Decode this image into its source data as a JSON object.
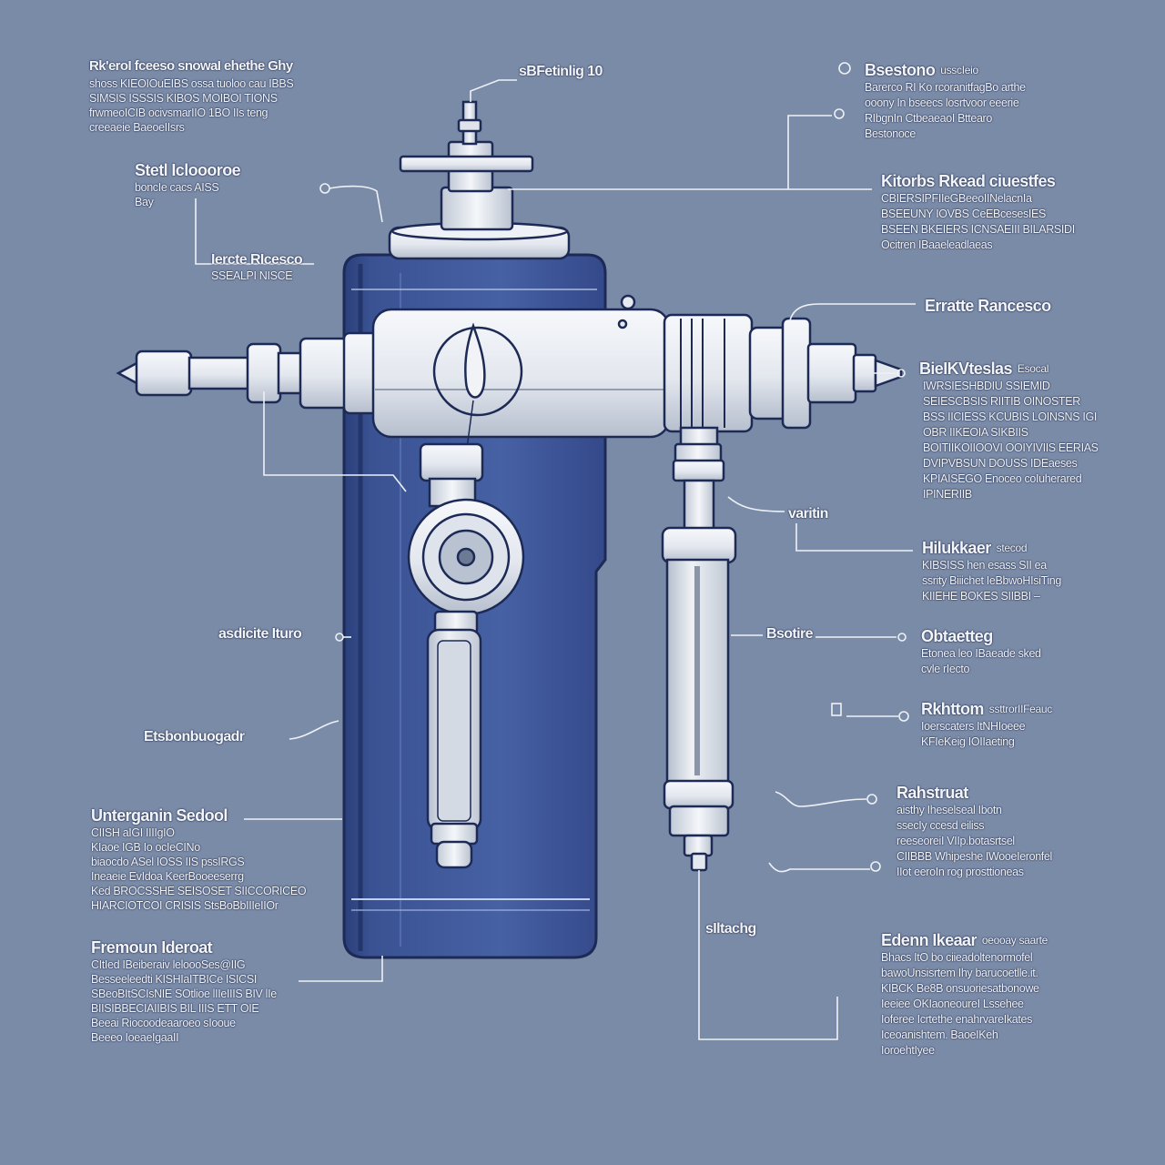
{
  "colors": {
    "background": "#7a8ba8",
    "tank_body": "#3d5595",
    "outline": "#1c2a55",
    "leader_lines": "#eef1f6",
    "text": "#f3f5f9"
  },
  "callouts": {
    "top_left": {
      "title": "Rk'eroI fceeso snowaI ehethe Ghy",
      "lines": [
        "shoss KIEOIOuEIBS ossa tuoloo cau IBBS",
        "SIMSIS ISSSIS KIBOS MOIBOI TIONS",
        "frwmeoICIB ocivsmarIIO 1BO IIs teng",
        "creeaeie BaeoeIIsrs"
      ]
    },
    "top_center": {
      "title": "sBFetinlig 10"
    },
    "top_right": {
      "title": "Bsestono",
      "tag": "usscIeio",
      "lines": [
        "Barerco RI Ko rcoranitfagBo arthe",
        "ooony In bseecs losrtvoor eeerie",
        "RIbgnIn CtbeaeaoI Bttearo",
        "Bestonoce"
      ]
    },
    "left_upper": {
      "title": "Stetl Icloooroe",
      "lines": [
        "boncIe cacs AISS",
        "Bay"
      ]
    },
    "left_mid": {
      "title": "Iercte RIcesco",
      "lines": [
        "SSEALPI NISCE"
      ]
    },
    "right_1": {
      "title": "Kitorbs Rkead ciuestfes",
      "lines": [
        "CBIERSIPFIIeGBeeoIINelacnIa",
        "BSEEUNY IOVBS CeEBcesesIES",
        "BSEEN BKEIERS ICNSAEIII BILARSIDI",
        "Ocitren IBaaeleadlaeas"
      ]
    },
    "right_2": {
      "title": "Erratte Rancesco"
    },
    "right_3": {
      "title": "BieIKVteslas",
      "tag": "Esocal",
      "lines": [
        "IWRSIESHBDIU SSIEMID",
        "SEIESCBSIS RIITIB OINOSTER",
        "BSS IICIESS KCUBIS LOINSNS IGI",
        "OBR IIKEOIA SIKBIIS",
        "BOITIIKOIIOOVI OOIYIVIIS EERIAS",
        "DVIPVBSUN DOUSS IDEaeses",
        "KPIAISEGO Enoceo coIuherared",
        "IPINERIIB"
      ]
    },
    "label_varitin": {
      "title": "varitin"
    },
    "right_5": {
      "title": "Hilukkaer",
      "tag": "stecod",
      "lines": [
        "KIBSISS hen esass SII ea",
        "ssrity Biiichet IeBbwoHIsiTing",
        "KIIEHE BOKES SIIBBI –"
      ]
    },
    "label_bsotire": {
      "title": "Bsotire"
    },
    "right_6": {
      "title": "Obtaetteg",
      "lines": [
        "Etonea leo IBaeade sked",
        "cvle rIecto"
      ]
    },
    "right_7": {
      "title": "Rkhttom",
      "tag": "ssttrorIIFeauc",
      "lines": [
        "Ioerscaters ItNHIoeee",
        "KFIeKeig IOIIaeting"
      ]
    },
    "right_8": {
      "title": "Rahstruat",
      "lines": [
        "aisthy Iheselseal Ibotn",
        "ssecIy ccesd eiliss",
        "reeseoreiI VIIp.botasrtsel",
        "CIIBBB Whipeshe IWooeIeronfel",
        "IIot eeroIn rog prosttioneas"
      ]
    },
    "label_siltachg": {
      "title": "sIltachg"
    },
    "right_9": {
      "title": "Edenn Ikeaar",
      "tag": "oeooay saarte",
      "lines": [
        "Bhacs ItO bo ciieadoltenormofel",
        "bawoUnsisrtem Ihy barucoetlle.it.",
        "KIBCK Be8B onsuoriesatbonowe",
        "Ieeiee OKIaoneoureI Lssehee",
        "Ioferee Icrtethe enahrvareIkates",
        "Iceoanishtem. BaoeIKeh",
        "IoroehtIyee"
      ]
    },
    "left_a": {
      "title": "asdicite Ituro"
    },
    "left_b": {
      "title": "Etsbonbuogadr"
    },
    "left_c": {
      "title": "Unterganin Sedool",
      "lines": [
        "CIISH aIGI IIIIgIO",
        "KIaoe IGB Io ocIeCINo",
        "biaocdo ASel IOSS IIS pssIRGS",
        "Ineaeie EvIdoa KeerBooeeserrg",
        "Ked BROCSSHE SEISOSET SIICCORICEO",
        "HIARCIOTCOI CRISIS   StsBoBbIIIeIIOr"
      ]
    },
    "left_d": {
      "title": "Fremoun Ideroat",
      "lines": [
        "CItIed IBeiberaiv leloooSes@IIG",
        "Besseeleedti KISHIaITBICe ISICSI",
        "SBeoBItSCIsNIE SOtlioe lIIeIIIS BIV lIe",
        "BIISIBBECIAIIBIS BIL IIIS ETT OIE",
        "Beeai  Riocoodeaaroeo sIooue",
        "Beeeo IoeaeIgaaII"
      ]
    }
  }
}
